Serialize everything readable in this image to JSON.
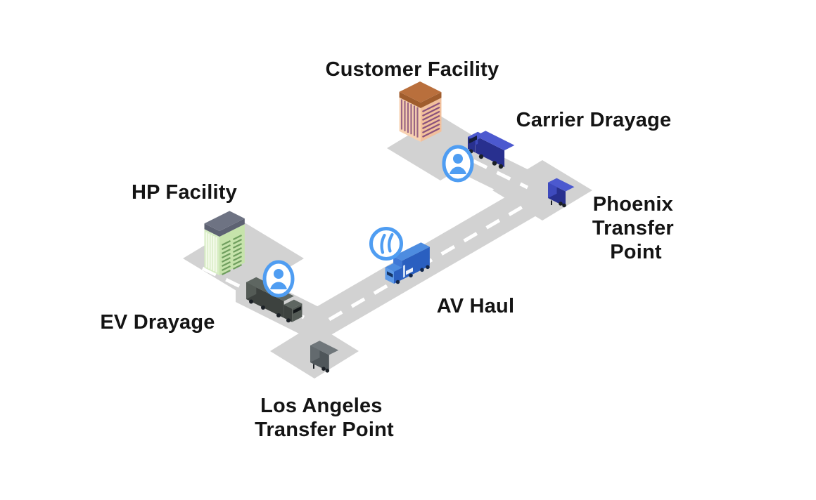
{
  "diagram": {
    "description": "Isometric freight route diagram connecting facilities via drayage and autonomous haul",
    "labels": {
      "customer_facility": "Customer Facility",
      "carrier_drayage": "Carrier Drayage",
      "phoenix_line1": "Phoenix",
      "phoenix_line2": "Transfer",
      "phoenix_line3": "Point",
      "hp_facility": "HP Facility",
      "ev_drayage": "EV Drayage",
      "av_haul": "AV Haul",
      "los_angeles_line1": "Los Angeles",
      "los_angeles_line2": "Transfer Point"
    },
    "icons": {
      "driver_near_customer": "driver-person-icon",
      "driver_near_ev": "driver-person-icon",
      "av_route_logo": "av-logo-icon"
    },
    "colors": {
      "road": "#d2d2d2",
      "dash": "#ffffff",
      "label_text": "#141414",
      "icon_blue": "#4f9df2",
      "truck_blue_side": "#28308f",
      "truck_blue_end": "#3e4abd",
      "truck_blue_top": "#4c59cf",
      "av_blue_side": "#2a5fc0",
      "av_blue_end": "#3f78d6",
      "av_blue_top": "#4d8ce0",
      "av_blue_cab": "#5d9ae8",
      "ev_side": "#3d423f",
      "ev_end": "#545b56",
      "ev_top": "#5e6661",
      "gray_trailer_side": "#4f565a",
      "gray_trailer_end": "#636a6e",
      "gray_trailer_top": "#70777b",
      "customer_roof": "#b96f3c",
      "customer_roof_dark": "#a05d2d",
      "customer_wall_left": "#f8d2b2",
      "customer_wall_right": "#f2c09c",
      "customer_window": "#8a527d",
      "hp_roof": "#6e7383",
      "hp_roof_dark": "#5d6272",
      "hp_wall_left": "#d6edc2",
      "hp_wall_right": "#c6e3ab",
      "hp_window": "#6f9e5e",
      "hp_window_light": "#f3fae9"
    }
  }
}
